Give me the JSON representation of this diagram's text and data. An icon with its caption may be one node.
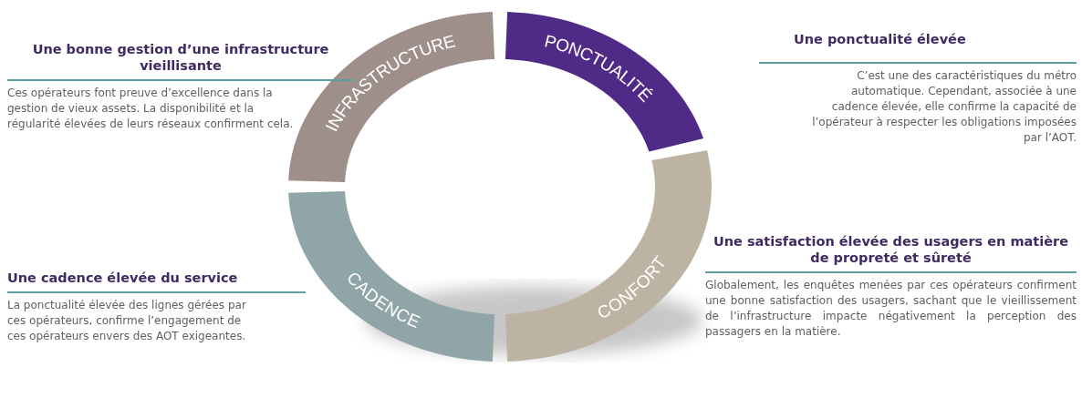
{
  "diagram": {
    "nodes": [
      {
        "text": [
          "Une bonne gestion d’une infrastructure vieillisante",
          "Ces opérateurs font preuve d’excellence dans la gestion de vieux assets. La disponibilité et la régularité élevées de leurs réseaux confirment cela."
        ]
      },
      {
        "text": [
          "INFRASTRUCTURE"
        ]
      },
      {
        "text": [
          "PONCTUALITÉ"
        ]
      },
      {
        "text": [
          "Une ponctualité élevée",
          "C’est une des caractéristiques du métro automatique. Cependant, associée à une cadence élevée, elle confirme la capacité de l’opérateur à respecter les obligations imposées par l’AOT."
        ]
      },
      {
        "text": [
          "CONFORT"
        ]
      },
      {
        "text": [
          "CADENCE"
        ]
      },
      {
        "text": [
          "Une cadence élevée du service",
          "La ponctualité élevée des lignes gérées par ces opérateurs, confirme l’engagement de ces opérateurs envers des AOT exigeantes."
        ]
      },
      {
        "text": [
          "Une satisfaction élevée des usagers en matière de propreté et sûreté",
          "Globalement, les enquêtes menées par ces opérateurs confirment une bonne satisfaction des usagers, sachant que le vieillissement de l’infrastructure impacte négativement la perception des passagers en la matière."
        ]
      }
    ]
  }
}
